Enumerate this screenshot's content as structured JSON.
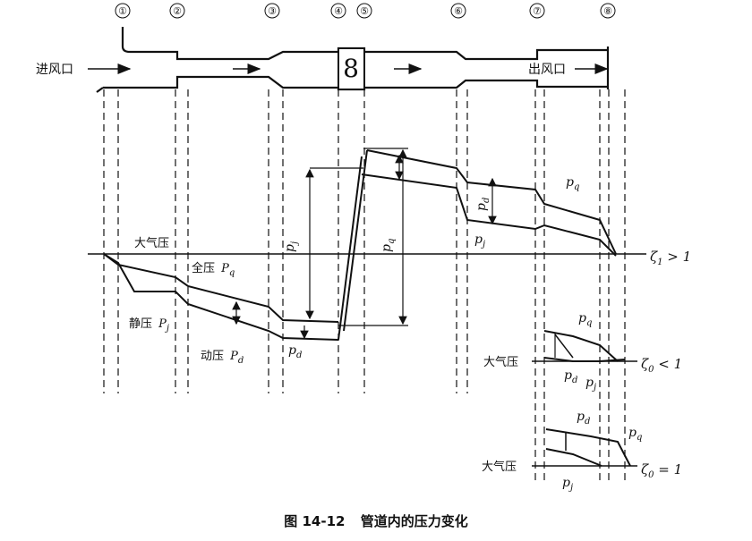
{
  "sections": [
    "①",
    "②",
    "③",
    "④",
    "⑤",
    "⑥",
    "⑦",
    "⑧"
  ],
  "inlet_label": "进风口",
  "outlet_label": "出风口",
  "fan_symbol": "8",
  "atmos_label_main": "大气压",
  "atmos_label_lower": "大气压",
  "atmos_label_bottom": "大气压",
  "curve_labels": {
    "total_pressure": "全压",
    "static_pressure": "静压",
    "dynamic_pressure": "动压"
  },
  "symbols": {
    "pq": "p",
    "pq_sub": "q",
    "pj": "p",
    "pj_sub": "j",
    "pd": "p",
    "pd_sub": "d",
    "Pq": "P",
    "Pj": "P",
    "Pd": "P"
  },
  "conditions": {
    "c1": "ζ",
    "c1_sub": "1",
    "c1_rel": " > 1",
    "c2": "ζ",
    "c2_sub": "0",
    "c2_rel": " < 1",
    "c3": "ζ",
    "c3_sub": "0",
    "c3_rel": " = 1"
  },
  "caption": {
    "number": "图 14-12",
    "title": "管道内的压力变化"
  }
}
